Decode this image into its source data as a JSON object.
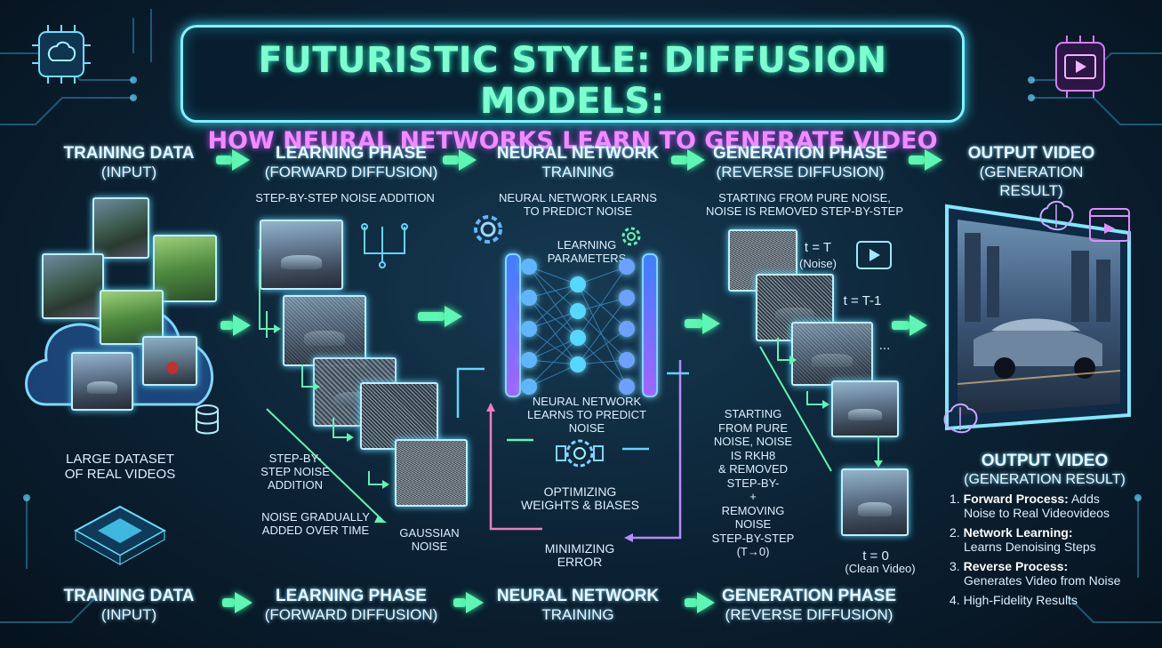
{
  "title": {
    "main": "FUTURISTIC STYLE: DIFFUSION MODELS:",
    "sub": "HOW NEURAL NETWORKS LEARN TO GENERATE VIDEO"
  },
  "top_headers": [
    {
      "title": "TRAINING DATA",
      "sub": "(INPUT)"
    },
    {
      "title": "LEARNING PHASE",
      "sub": "(FORWARD DIFFUSION)"
    },
    {
      "title": "NEURAL NETWORK",
      "sub": "TRAINING"
    },
    {
      "title": "GENERATION PHASE",
      "sub": "(REVERSE DIFFUSION)"
    },
    {
      "title": "OUTPUT VIDEO",
      "sub": "(GENERATION RESULT)"
    }
  ],
  "bottom_headers": [
    {
      "title": "TRAINING DATA",
      "sub": "(INPUT)"
    },
    {
      "title": "LEARNING PHASE",
      "sub": "(FORWARD DIFFUSION)"
    },
    {
      "title": "NEURAL NETWORK",
      "sub": "TRAINING"
    },
    {
      "title": "GENERATION PHASE",
      "sub": "(REVERSE DIFFUSION)"
    }
  ],
  "training": {
    "dataset_caption": "LARGE DATASET\nOF REAL VIDEOS"
  },
  "forward": {
    "top_caption": "STEP-BY-STEP NOISE ADDITION",
    "side_caption": "STEP-BY-\nSTEP NOISE\nADDITION",
    "gradual_caption": "NOISE GRADUALLY\nADDED OVER TIME",
    "gaussian_caption": "GAUSSIAN\nNOISE"
  },
  "network": {
    "top_caption": "NEURAL NETWORK LEARNS\nTO PREDICT NOISE",
    "params_caption": "LEARNING\nPARAMETERS",
    "predict_caption": "NEURAL NETWORK\nLEARNS TO PREDICT NOISE",
    "optimize_caption": "OPTIMIZING\nWEIGHTS & BIASES",
    "error_caption": "MINIMIZING\nERROR"
  },
  "reverse": {
    "top_caption": "STARTING FROM PURE NOISE,\nNOISE IS REMOVED STEP-BY-STEP",
    "t_noise": "t = T",
    "t_noise_sub": "(Noise)",
    "t_minus": "t = T-1",
    "dots": "...",
    "side_caption": "STARTING\nFROM PURE\nNOISE, NOISE\nIS RKH8\n& REMOVED\nSTEP-BY-\n+\nREMOVING\nNOISE\nSTEP-BY-STEP\n(T→0)",
    "t_zero": "t = 0",
    "t_zero_sub": "(Clean Video)"
  },
  "output": {
    "title": "OUTPUT VIDEO",
    "sub": "(GENERATION RESULT)",
    "steps": [
      {
        "num": "1.",
        "bold": "Forward Process:",
        "rest": " Adds",
        "line2": "Noise to Real Videovideos"
      },
      {
        "num": "2.",
        "bold": "Network Learning:",
        "rest": "",
        "line2": "Learns Denoising Steps"
      },
      {
        "num": "3.",
        "bold": "Reverse Process:",
        "rest": "",
        "line2": "Generates Video from Noise"
      },
      {
        "num": "4.",
        "bold": "",
        "rest": "High-Fidelity Results",
        "line2": ""
      }
    ]
  },
  "colors": {
    "accent_green": "#5ef6b2",
    "accent_cyan": "#7ff3ff",
    "accent_pink": "#f08cff",
    "background": "#0b2133"
  },
  "icons": [
    "brain-chip-icon",
    "video-chip-icon",
    "gear-icon",
    "database-icon",
    "play-icon",
    "brain-icon",
    "optimizer-icon"
  ]
}
